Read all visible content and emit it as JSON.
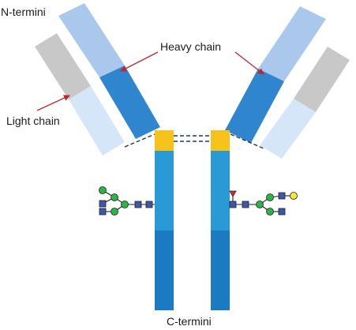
{
  "labels": {
    "n_termini": "N-termini",
    "heavy_chain": "Heavy chain",
    "light_chain": "Light chain",
    "c_termini": "C-termini"
  },
  "colors": {
    "heavy_variable": "#a9c8ec",
    "heavy_ch1": "#2f86cf",
    "hinge": "#f7c21a",
    "heavy_ch2": "#2a9ad6",
    "heavy_ch3": "#1b7bc2",
    "light_variable": "#c8c8c8",
    "light_constant": "#d4e6f7",
    "arrow": "#c0272d",
    "disulfide": "#1a3a5c",
    "glycan_mannose": "#2bb44a",
    "glycan_glcnac": "#3e57a8",
    "glycan_fucose": "#e32626",
    "glycan_galactose": "#f5e633"
  },
  "icons": {
    "glycan_left": "n-glycan-icon",
    "glycan_right": "fucosylated-n-glycan-icon"
  }
}
